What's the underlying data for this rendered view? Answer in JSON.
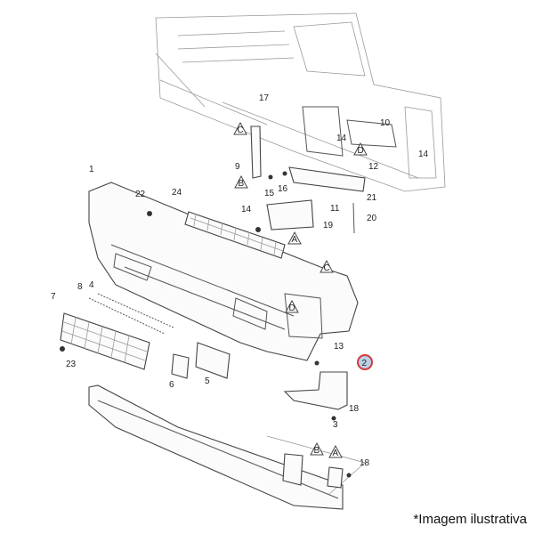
{
  "diagram": {
    "callouts": {
      "c1": "1",
      "c22": "22",
      "c24": "24",
      "c17": "17",
      "c10": "10",
      "c14a": "14",
      "c14b": "14",
      "c9": "9",
      "c12": "12",
      "c15": "15",
      "c16": "16",
      "c21": "21",
      "c14c": "14",
      "c11": "11",
      "c20": "20",
      "c19": "19",
      "c7": "7",
      "c8": "8",
      "c4": "4",
      "c23": "23",
      "c6": "6",
      "c5": "5",
      "c13": "13",
      "c2": "2",
      "c18a": "18",
      "c3": "3",
      "c18b": "18"
    },
    "reference_marks": {
      "C1": "C",
      "D1": "D",
      "B1": "B",
      "A1": "A",
      "C2": "C",
      "D2": "D",
      "B2": "B",
      "A2": "A"
    },
    "highlight_color": "#d43a3a",
    "highlight_fill": "#b9cfe6"
  },
  "caption": "*Imagem ilustrativa"
}
